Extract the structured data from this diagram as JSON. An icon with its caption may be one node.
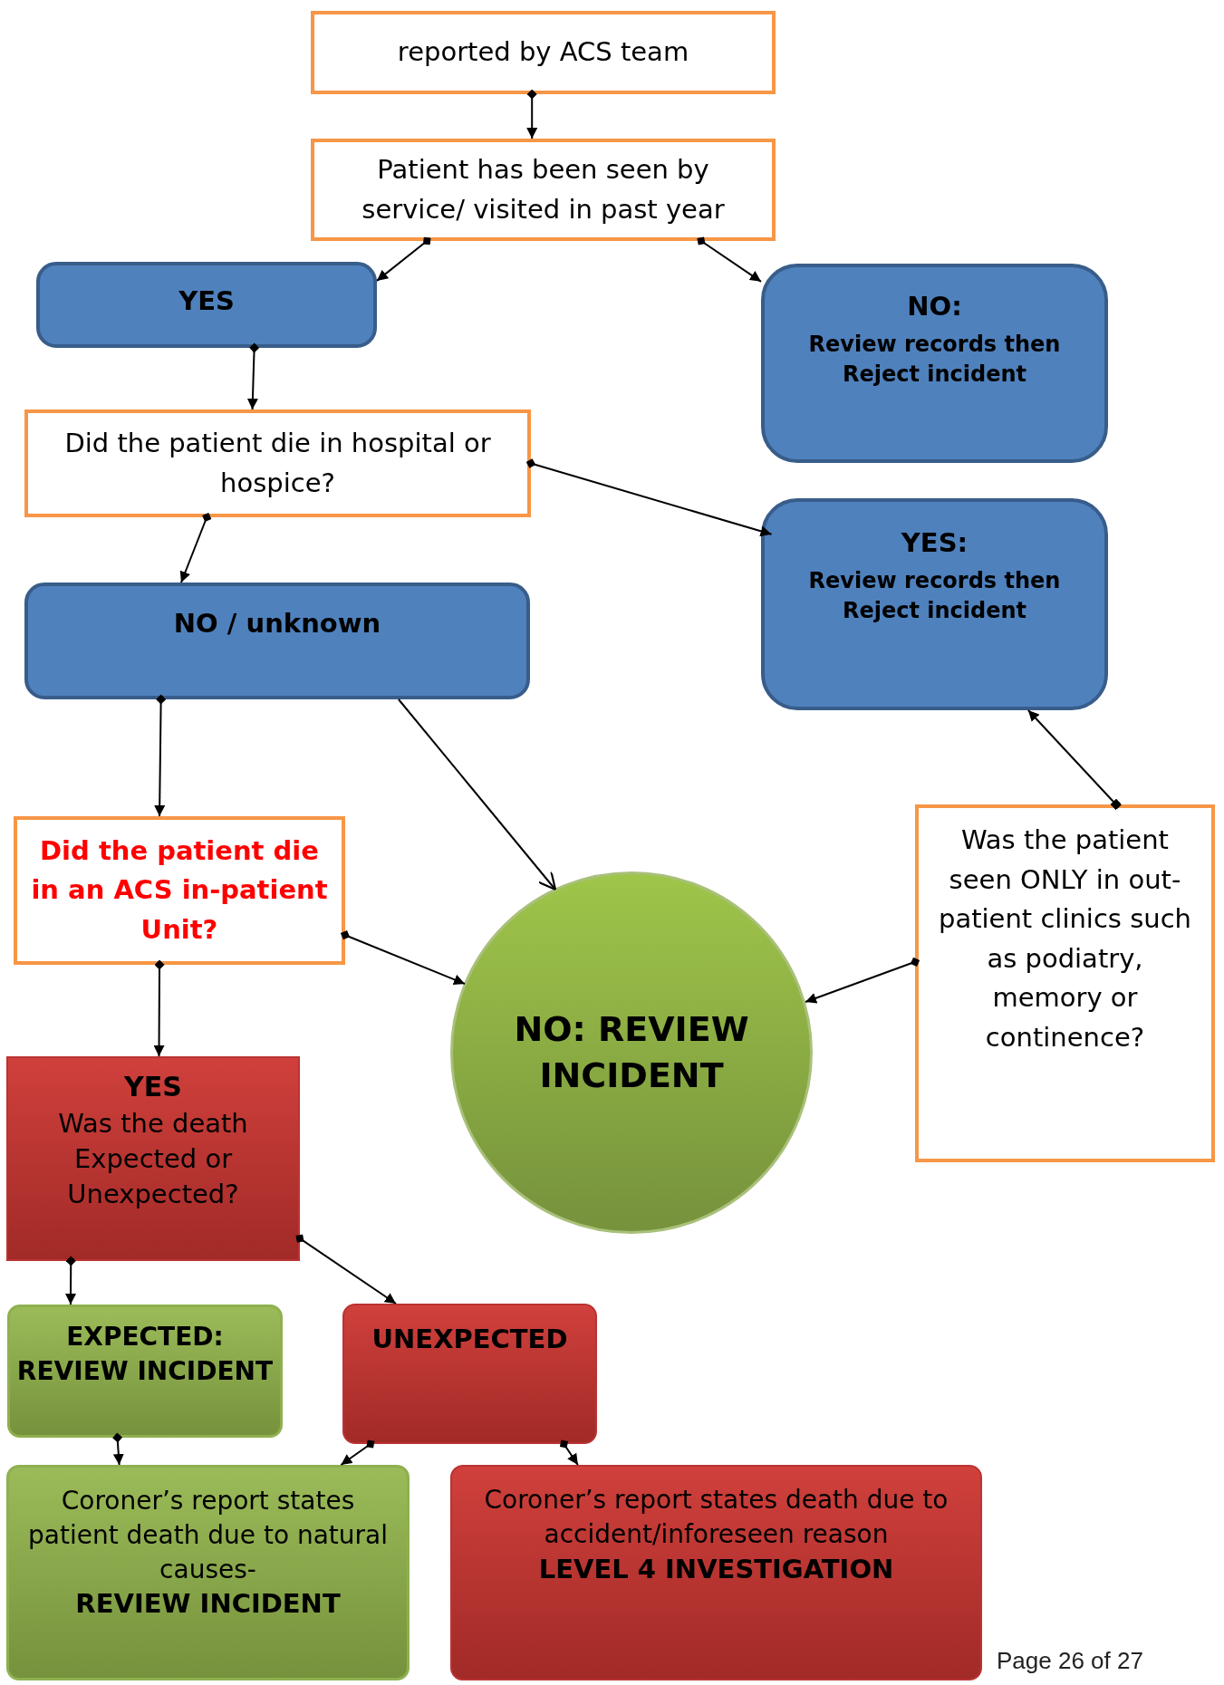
{
  "diagram": {
    "nodes": [
      {
        "text": [
          "reported by ACS team"
        ]
      },
      {
        "text": [
          "Patient has been seen by service/ visited in past year"
        ]
      },
      {
        "text": [
          "YES"
        ]
      },
      {
        "text": [
          "NO:",
          "Review records then Reject incident"
        ]
      },
      {
        "text": [
          "Did the patient die in hospital or hospice?"
        ]
      },
      {
        "text": [
          "NO / unknown"
        ]
      },
      {
        "text": [
          "YES:",
          "Review records then Reject incident"
        ]
      },
      {
        "text": [
          "Did the patient die in an ACS in-patient Unit?"
        ]
      },
      {
        "text": [
          "NO: REVIEW INCIDENT"
        ]
      },
      {
        "text": [
          "Was the patient seen ONLY in out-patient clinics such as podiatry, memory or continence?"
        ]
      },
      {
        "text": [
          "YES",
          "Was the death Expected or Unexpected?"
        ]
      },
      {
        "text": [
          "EXPECTED: REVIEW INCIDENT"
        ]
      },
      {
        "text": [
          "UNEXPECTED"
        ]
      },
      {
        "text": [
          "Coroner’s report states patient death due to natural causes-",
          "REVIEW INCIDENT"
        ]
      },
      {
        "text": [
          "Coroner’s report states death due to accident/inforeseen reason",
          "LEVEL 4 INVESTIGATION"
        ]
      }
    ],
    "edges": [
      {
        "from": 0,
        "to": 1,
        "arrow": "to"
      },
      {
        "from": 1,
        "to": 2,
        "arrow": "to"
      },
      {
        "from": 1,
        "to": 3,
        "arrow": "to"
      },
      {
        "from": 2,
        "to": 4,
        "arrow": "to"
      },
      {
        "from": 4,
        "to": 6,
        "arrow": "to"
      },
      {
        "from": 4,
        "to": 5,
        "arrow": "to"
      },
      {
        "from": 5,
        "to": 7,
        "arrow": "to"
      },
      {
        "from": 5,
        "to": 8,
        "arrow": "to"
      },
      {
        "from": 9,
        "to": 6,
        "arrow": "to"
      },
      {
        "from": 7,
        "to": 8,
        "arrow": "to"
      },
      {
        "from": 9,
        "to": 8,
        "arrow": "to"
      },
      {
        "from": 7,
        "to": 10,
        "arrow": "to"
      },
      {
        "from": 10,
        "to": 11,
        "arrow": "to"
      },
      {
        "from": 10,
        "to": 12,
        "arrow": "to"
      },
      {
        "from": 11,
        "to": 13,
        "arrow": "to"
      },
      {
        "from": 12,
        "to": 13,
        "arrow": "to"
      },
      {
        "from": 12,
        "to": 14,
        "arrow": "to"
      }
    ],
    "labels": [
      "Page 26 of 27"
    ]
  }
}
